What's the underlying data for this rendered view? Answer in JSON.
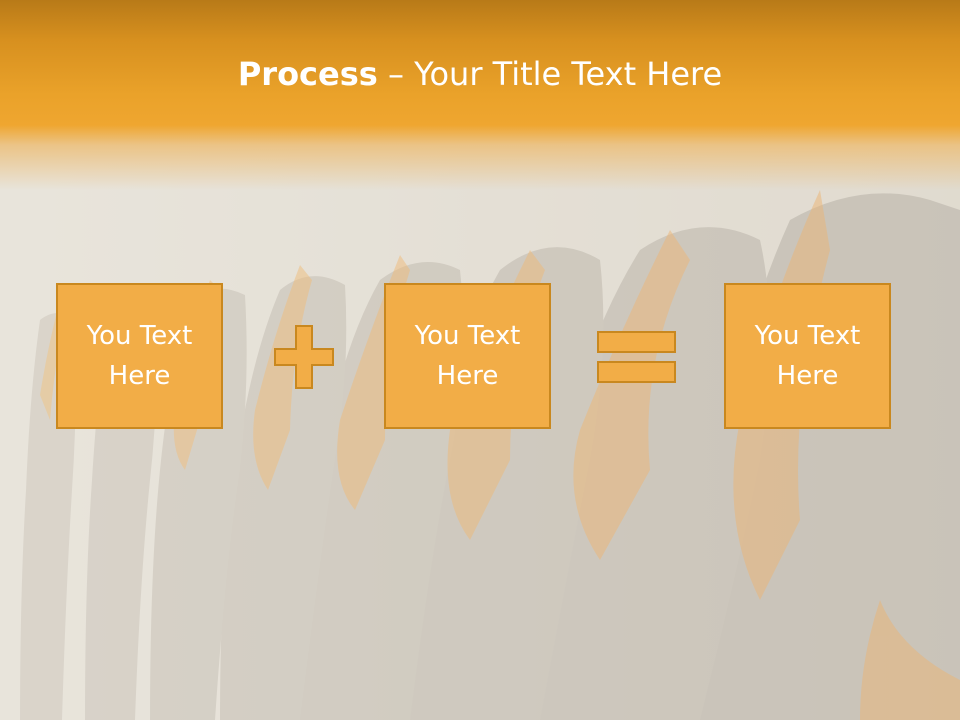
{
  "slide": {
    "title_bold": "Process",
    "title_rest": " – Your Title Text Here"
  },
  "process": {
    "boxes": [
      {
        "text": "You Text Here"
      },
      {
        "text": "You Text Here"
      },
      {
        "text": "You Text Here"
      }
    ],
    "operators": [
      "plus-icon",
      "equals-icon"
    ]
  },
  "colors": {
    "band": "#efa630",
    "box_fill": "#f2ad47",
    "box_border": "#c9881f",
    "text": "#ffffff"
  },
  "background_image": "row of seated buddha statues with orange robes (faded)"
}
